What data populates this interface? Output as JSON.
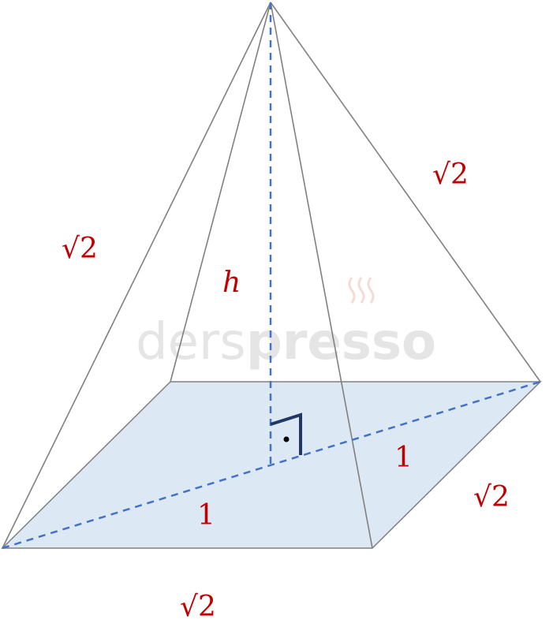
{
  "labels": {
    "left_edge": "√2",
    "right_edge": "√2",
    "height": "h",
    "half_diag_right": "1",
    "half_diag_left": "1",
    "base_right": "√2",
    "base_bottom": "√2"
  },
  "watermark": {
    "text_light": "ders",
    "text_bold": "presso"
  },
  "colors": {
    "label": "#c00000",
    "base_fill": "#dde8f5",
    "dashed": "#4472c4",
    "edge": "#808080",
    "right_angle": "#1f3864"
  }
}
